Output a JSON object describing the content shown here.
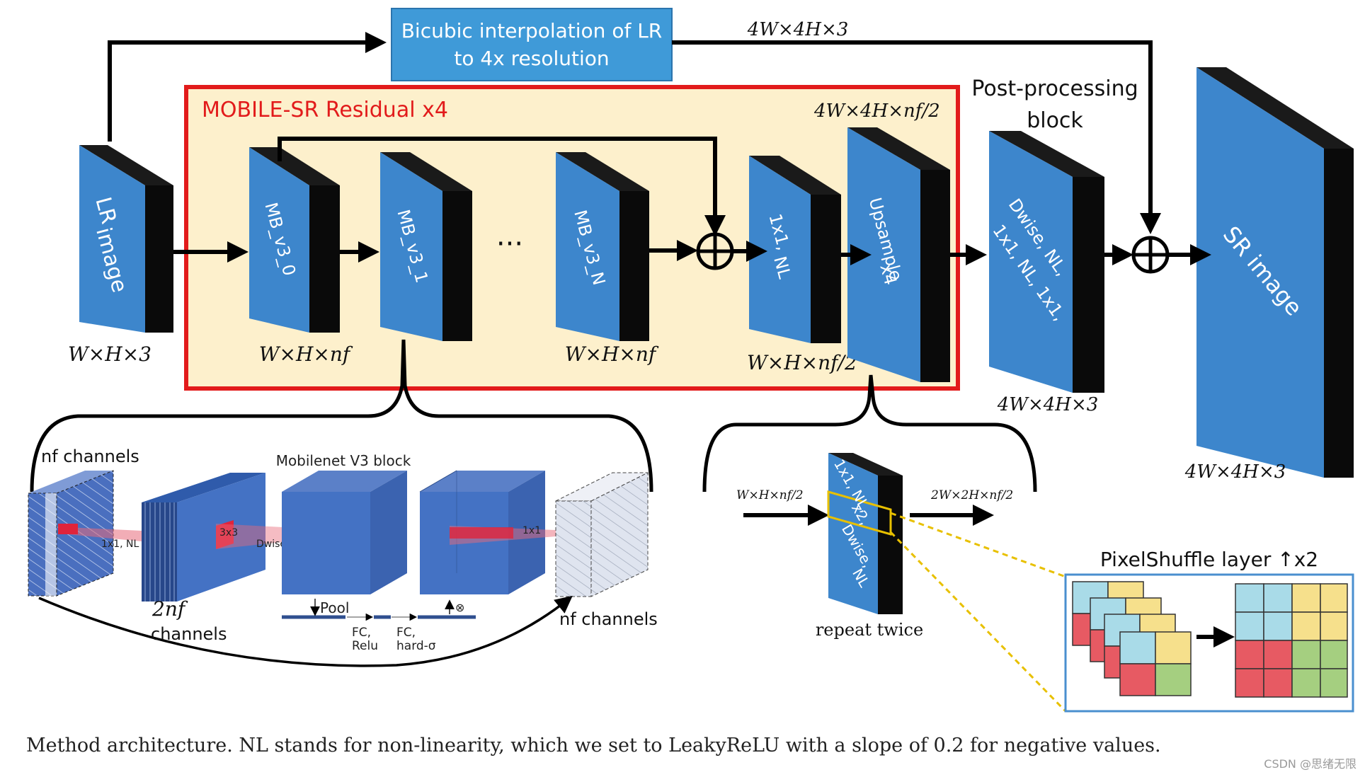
{
  "bicubic_label_line1": "Bicubic interpolation of LR",
  "bicubic_label_line2": "to 4x resolution",
  "residual_title": "MOBILE-SR Residual x4",
  "postproc_line1": "Post-processing",
  "postproc_line2": "block",
  "pixelshuffle_title": "PixelShuffle layer ↑x2",
  "mobilenet_title": "Mobilenet V3 block",
  "repeat_label": "repeat twice",
  "ellipsis": "···",
  "blocks": {
    "lr": [
      "LR",
      "image"
    ],
    "mb0": "MB_v3_0",
    "mb1": "MB_v3_1",
    "mbn": "MB_v3_N",
    "c1x1": [
      "1x1,",
      "NL"
    ],
    "upsample": [
      "Upsample",
      "x4"
    ],
    "post": [
      "Dwise, NL,",
      "1x1, NL, 1x1,"
    ],
    "sr": "SR image",
    "ps": [
      "1x1, NL,",
      "x2,",
      "Dwise,",
      "NL"
    ]
  },
  "dims": {
    "top": "4W×4H×3",
    "lr": "W×H×3",
    "mb0": "W×H×nf",
    "mbn": "W×H×nf",
    "half": "W×H×nf/2",
    "up_top": "4W×4H×nf/2",
    "post": "4W×4H×3",
    "sr": "4W×4H×3",
    "ps_in": "W×H×nf/2",
    "ps_out": "2W×2H×nf/2"
  },
  "mb_detail": {
    "nf_in": "nf channels",
    "nf_out": "nf channels",
    "expand": [
      "2nf",
      "channels"
    ],
    "k1": "1x1, NL",
    "k3": "3x3",
    "dwise": "Dwise, NL",
    "k1b": "1x1",
    "pool": "Pool",
    "fc1": [
      "FC,",
      "Relu"
    ],
    "fc2": [
      "FC,",
      "hard-σ"
    ],
    "mult": "⊗"
  },
  "caption": "Method architecture. NL stands for non-linearity, which we set to LeakyReLU with a slope of 0.2 for negative values.",
  "watermark": "CSDN @思绪无限",
  "colors": {
    "block_blue": "#3d86cc",
    "block_dark": "#0a0a0a",
    "bicubic_fill": "#3f9ad8",
    "residual_border": "#e21b1b",
    "residual_fill": "#fdf0cc",
    "mb_blue": "#4472c4",
    "ps_border": "#4a8fcf",
    "ps_highlight": "#e8c000",
    "grid_cyan": "#a9dbe8",
    "grid_yellow": "#f6e08c",
    "grid_red": "#e75a63",
    "grid_green": "#a5cf80"
  }
}
